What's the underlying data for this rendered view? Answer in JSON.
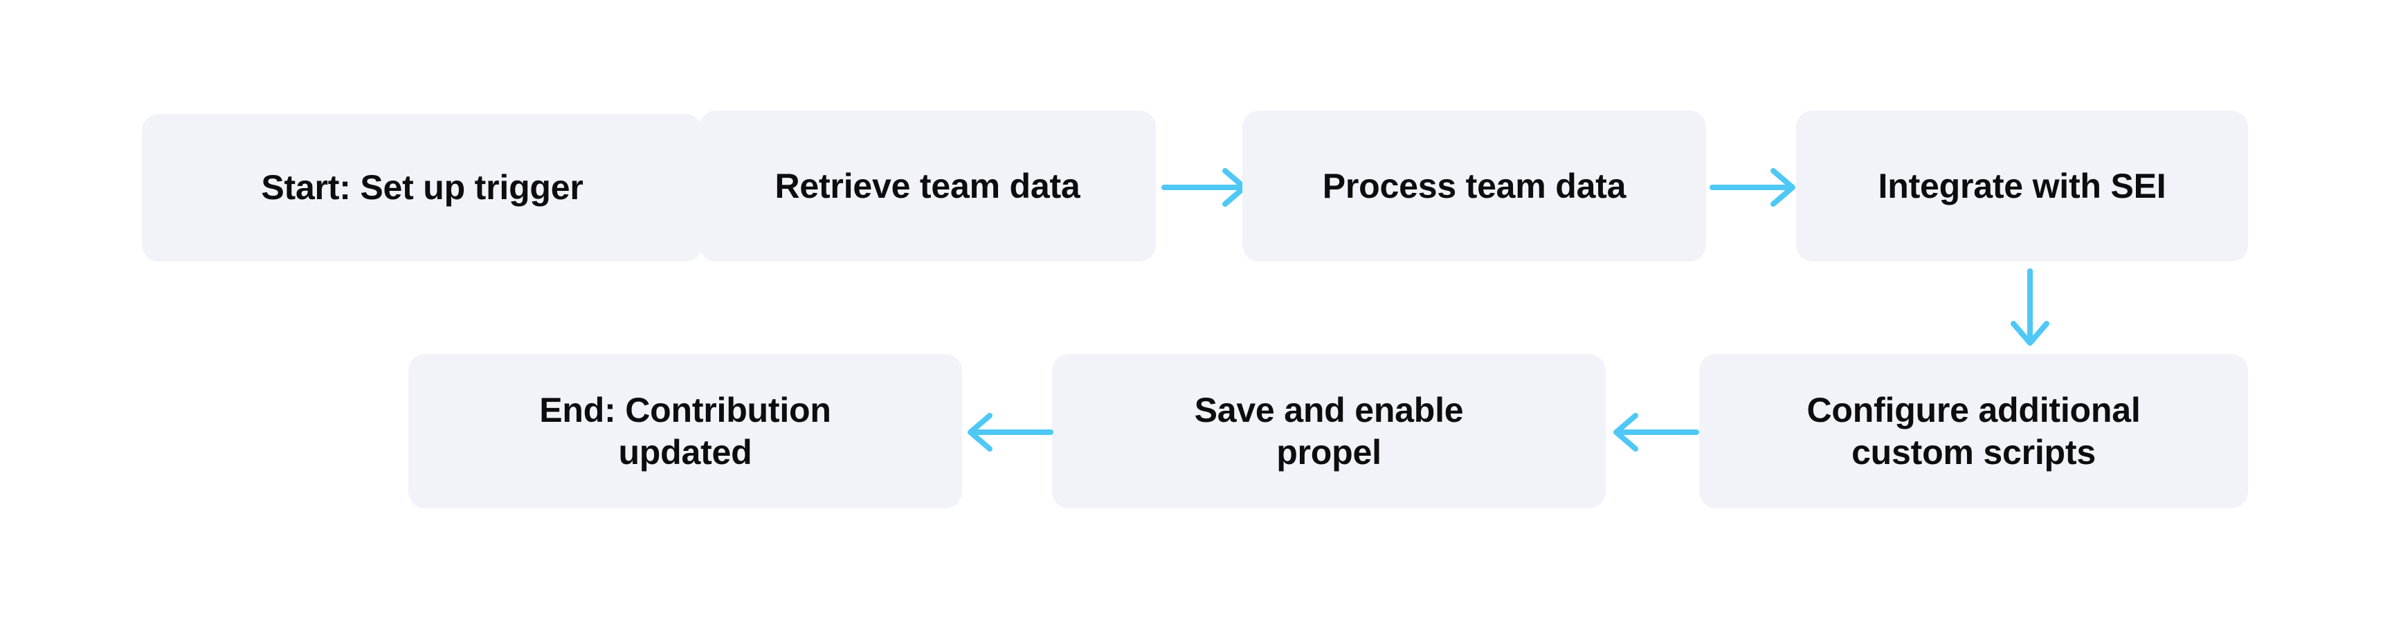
{
  "diagram": {
    "title": "Workflow flowchart",
    "background_color": "#FFFFFF",
    "node_fill_color": "#F1F3F8",
    "node_text_color": "#0D0D0F",
    "arrow_color": "#4FC8F5",
    "nodes": [
      {
        "id": "start",
        "label": "Start: Set up trigger",
        "row": 1,
        "order": 1
      },
      {
        "id": "retrieve",
        "label": "Retrieve team data",
        "row": 1,
        "order": 2
      },
      {
        "id": "process",
        "label": "Process team data",
        "row": 1,
        "order": 3
      },
      {
        "id": "integrate",
        "label": "Integrate with SEI",
        "row": 1,
        "order": 4
      },
      {
        "id": "configure",
        "label": "Configure additional\ncustom scripts",
        "row": 2,
        "order": 1
      },
      {
        "id": "save",
        "label": "Save and enable\npropel",
        "row": 2,
        "order": 2
      },
      {
        "id": "end",
        "label": "End: Contribution\nupdated",
        "row": 2,
        "order": 3
      }
    ],
    "connectors": [
      {
        "id": "c1",
        "from": "start",
        "to": "retrieve",
        "direction": "right"
      },
      {
        "id": "c2",
        "from": "retrieve",
        "to": "process",
        "direction": "right"
      },
      {
        "id": "c3",
        "from": "process",
        "to": "integrate",
        "direction": "right"
      },
      {
        "id": "c4",
        "from": "integrate",
        "to": "configure",
        "direction": "down"
      },
      {
        "id": "c5",
        "from": "configure",
        "to": "save",
        "direction": "left"
      },
      {
        "id": "c6",
        "from": "save",
        "to": "end",
        "direction": "left"
      }
    ]
  }
}
